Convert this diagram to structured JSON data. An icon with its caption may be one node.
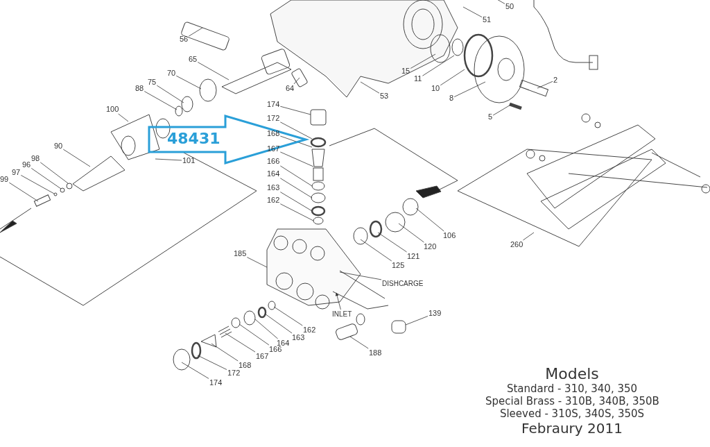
{
  "diagram": {
    "nodes": [
      {
        "text": [
          "50"
        ]
      },
      {
        "text": [
          "51"
        ]
      },
      {
        "text": [
          "56"
        ]
      },
      {
        "text": [
          "65"
        ]
      },
      {
        "text": [
          "70"
        ]
      },
      {
        "text": [
          "15"
        ]
      },
      {
        "text": [
          "11"
        ]
      },
      {
        "text": [
          "2"
        ]
      },
      {
        "text": [
          "75"
        ]
      },
      {
        "text": [
          "88"
        ]
      },
      {
        "text": [
          "64"
        ]
      },
      {
        "text": [
          "10"
        ]
      },
      {
        "text": [
          "53"
        ]
      },
      {
        "text": [
          "8"
        ]
      },
      {
        "text": [
          "100"
        ]
      },
      {
        "text": [
          "174"
        ]
      },
      {
        "text": [
          "5"
        ]
      },
      {
        "text": [
          "172"
        ]
      },
      {
        "text": [
          "48431"
        ]
      },
      {
        "text": [
          "168"
        ]
      },
      {
        "text": [
          "90"
        ]
      },
      {
        "text": [
          "167"
        ]
      },
      {
        "text": [
          "101"
        ]
      },
      {
        "text": [
          "98"
        ]
      },
      {
        "text": [
          "166"
        ]
      },
      {
        "text": [
          "96"
        ]
      },
      {
        "text": [
          "97"
        ]
      },
      {
        "text": [
          "164"
        ]
      },
      {
        "text": [
          "99"
        ]
      },
      {
        "text": [
          "163"
        ]
      },
      {
        "text": [
          "162"
        ]
      },
      {
        "text": [
          "106"
        ]
      },
      {
        "text": [
          "120"
        ]
      },
      {
        "text": [
          "260"
        ]
      },
      {
        "text": [
          "121"
        ]
      },
      {
        "text": [
          "185"
        ]
      },
      {
        "text": [
          "125"
        ]
      },
      {
        "text": [
          "DISHCARGE"
        ]
      },
      {
        "text": [
          "139"
        ]
      },
      {
        "text": [
          "INLET"
        ]
      },
      {
        "text": [
          "162"
        ]
      },
      {
        "text": [
          "163"
        ]
      },
      {
        "text": [
          "164"
        ]
      },
      {
        "text": [
          "166"
        ]
      },
      {
        "text": [
          "167"
        ]
      },
      {
        "text": [
          "188"
        ]
      },
      {
        "text": [
          "168"
        ]
      },
      {
        "text": [
          "172"
        ]
      },
      {
        "text": [
          "174"
        ]
      }
    ],
    "edges": [
      {
        "from": 0,
        "to": null,
        "arrow": "none"
      },
      {
        "from": 1,
        "to": null,
        "arrow": "none"
      },
      {
        "from": 2,
        "to": null,
        "arrow": "none"
      },
      {
        "from": 3,
        "to": null,
        "arrow": "none"
      },
      {
        "from": 4,
        "to": null,
        "arrow": "none"
      },
      {
        "from": 5,
        "to": null,
        "arrow": "none"
      },
      {
        "from": 6,
        "to": null,
        "arrow": "none"
      },
      {
        "from": 7,
        "to": null,
        "arrow": "none"
      },
      {
        "from": 8,
        "to": null,
        "arrow": "none"
      },
      {
        "from": 9,
        "to": null,
        "arrow": "none"
      },
      {
        "from": 10,
        "to": null,
        "arrow": "none"
      },
      {
        "from": 11,
        "to": null,
        "arrow": "none"
      },
      {
        "from": 12,
        "to": null,
        "arrow": "none"
      },
      {
        "from": 13,
        "to": null,
        "arrow": "none"
      },
      {
        "from": 14,
        "to": null,
        "arrow": "none"
      },
      {
        "from": 15,
        "to": null,
        "arrow": "none"
      },
      {
        "from": 16,
        "to": null,
        "arrow": "none"
      },
      {
        "from": 17,
        "to": null,
        "arrow": "none"
      },
      {
        "from": 19,
        "to": null,
        "arrow": "none"
      },
      {
        "from": 20,
        "to": null,
        "arrow": "none"
      },
      {
        "from": 21,
        "to": null,
        "arrow": "none"
      },
      {
        "from": 22,
        "to": null,
        "arrow": "none"
      },
      {
        "from": 23,
        "to": null,
        "arrow": "none"
      },
      {
        "from": 24,
        "to": null,
        "arrow": "none"
      },
      {
        "from": 25,
        "to": null,
        "arrow": "none"
      },
      {
        "from": 26,
        "to": null,
        "arrow": "none"
      },
      {
        "from": 27,
        "to": null,
        "arrow": "none"
      },
      {
        "from": 28,
        "to": null,
        "arrow": "none"
      },
      {
        "from": 29,
        "to": null,
        "arrow": "none"
      },
      {
        "from": 30,
        "to": null,
        "arrow": "none"
      },
      {
        "from": 31,
        "to": null,
        "arrow": "none"
      },
      {
        "from": 32,
        "to": null,
        "arrow": "none"
      },
      {
        "from": 33,
        "to": null,
        "arrow": "none"
      },
      {
        "from": 34,
        "to": null,
        "arrow": "none"
      },
      {
        "from": 35,
        "to": null,
        "arrow": "none"
      },
      {
        "from": 36,
        "to": null,
        "arrow": "none"
      },
      {
        "from": 37,
        "to": null,
        "arrow": "none"
      },
      {
        "from": 38,
        "to": null,
        "arrow": "none"
      },
      {
        "from": 39,
        "to": null,
        "arrow": "to"
      },
      {
        "from": 40,
        "to": null,
        "arrow": "none"
      },
      {
        "from": 41,
        "to": null,
        "arrow": "none"
      },
      {
        "from": 42,
        "to": null,
        "arrow": "none"
      },
      {
        "from": 43,
        "to": null,
        "arrow": "none"
      },
      {
        "from": 44,
        "to": null,
        "arrow": "none"
      },
      {
        "from": 45,
        "to": null,
        "arrow": "none"
      },
      {
        "from": 46,
        "to": null,
        "arrow": "none"
      },
      {
        "from": 47,
        "to": null,
        "arrow": "none"
      },
      {
        "from": 48,
        "to": null,
        "arrow": "none"
      }
    ],
    "labels": [
      "Models",
      "Standard - 310, 340, 350",
      "Special Brass - 310B, 340B, 350B",
      "Sleeved - 310S, 340S, 350S",
      "Febraury 2011"
    ]
  }
}
